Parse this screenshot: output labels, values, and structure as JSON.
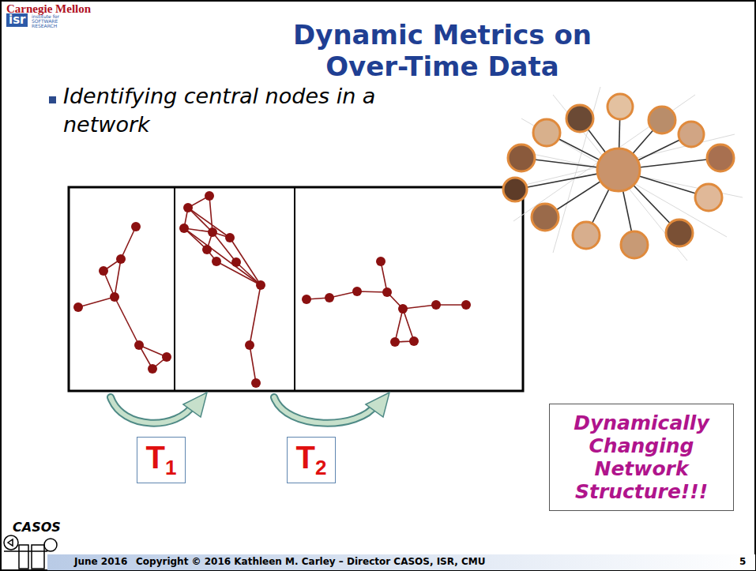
{
  "diagram": {
    "title": "Dynamic Metrics on Over-Time Data",
    "nodes": [
      {
        "text": [
          "T",
          "1"
        ]
      },
      {
        "text": [
          "T",
          "2"
        ]
      },
      {
        "text": [
          "Dynamically Changing Network Structure!!!"
        ]
      }
    ],
    "labels": [
      "Carnegie Mellon",
      "isr",
      "institute for SOFTWARE RESEARCH",
      "Identifying central nodes in a network",
      "CASOS",
      "June 2016",
      "Copyright © 2016 Kathleen M. Carley – Director CASOS, ISR, CMU",
      "5"
    ]
  }
}
